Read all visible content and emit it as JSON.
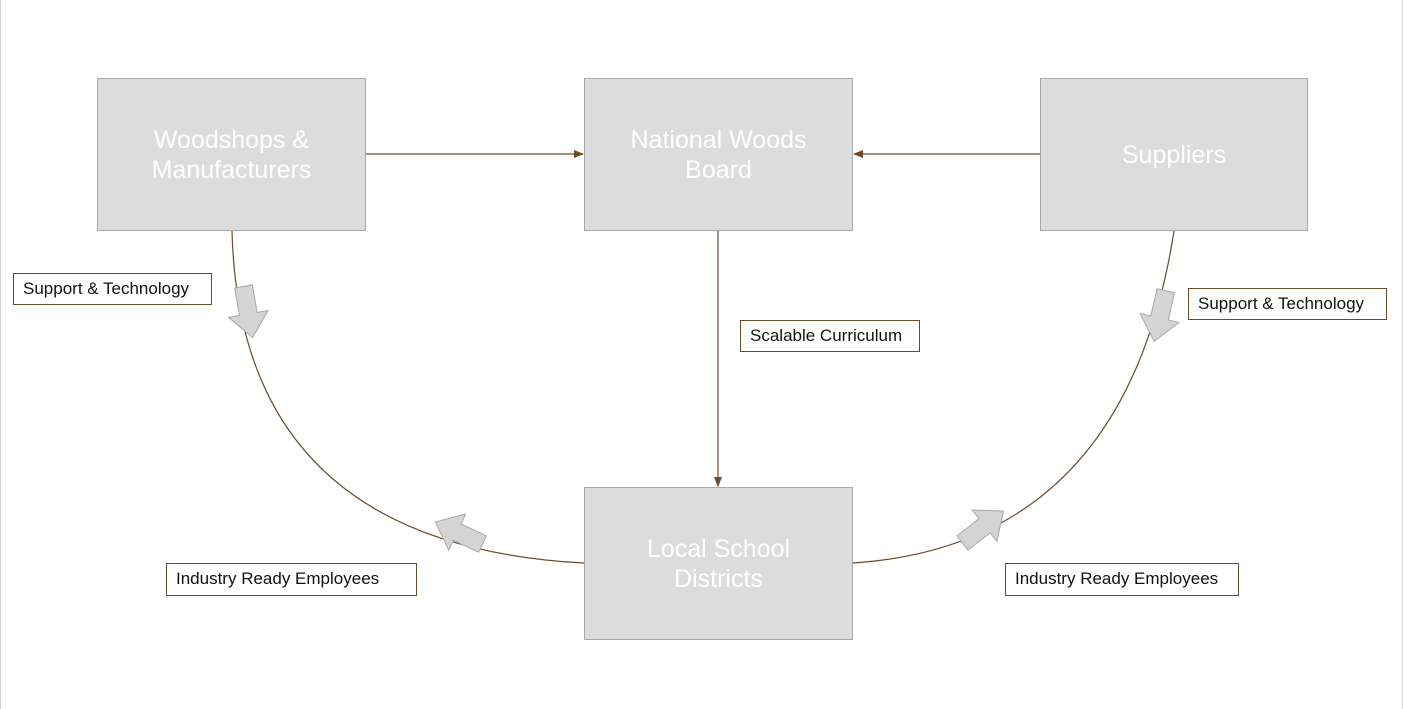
{
  "colors": {
    "node_fill": "#dcdcdc",
    "node_border": "#a8a8a8",
    "node_text": "#ffffff",
    "connector": "#6b4a2a",
    "arrow_fill": "#d4d4d4",
    "label_border": "#6b4a2a"
  },
  "nodes": {
    "woodshops": {
      "line1": "Woodshops &",
      "line2": "Manufacturers"
    },
    "board": {
      "line1": "National Woods",
      "line2": "Board"
    },
    "suppliers": {
      "label": "Suppliers"
    },
    "districts": {
      "line1": "Local School",
      "line2": "Districts"
    }
  },
  "labels": {
    "support_left": "Support & Technology",
    "support_right": "Support & Technology",
    "curriculum": "Scalable Curriculum",
    "employees_left": "Industry Ready Employees",
    "employees_right": "Industry Ready Employees"
  }
}
